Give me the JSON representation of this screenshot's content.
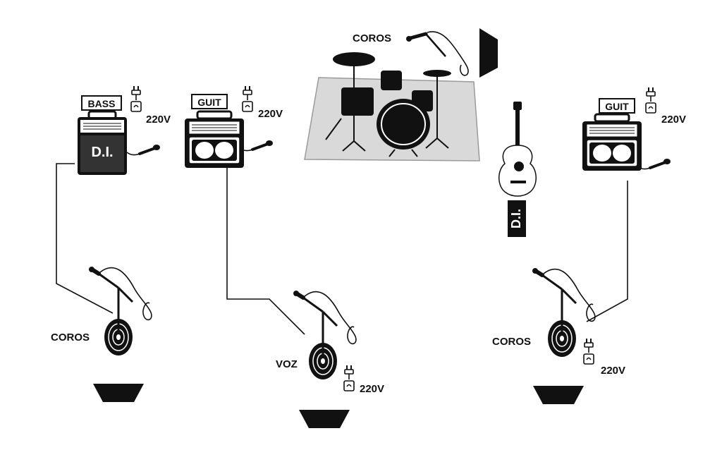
{
  "drums": {
    "label": "COROS"
  },
  "bass": {
    "label": "BASS",
    "amp_text": "D.I.",
    "power": "220V"
  },
  "guit_left": {
    "label": "GUIT",
    "power": "220V"
  },
  "guit_right": {
    "label": "GUIT",
    "power": "220V"
  },
  "acoustic": {
    "di_label": "D.I."
  },
  "mic_left": {
    "label": "COROS"
  },
  "mic_center": {
    "label": "VOZ",
    "power": "220V"
  },
  "mic_right": {
    "label": "COROS",
    "power": "220V"
  },
  "colors": {
    "ink": "#111111",
    "rug": "#d9d9d9",
    "rug_edge": "#9a9a9a"
  }
}
